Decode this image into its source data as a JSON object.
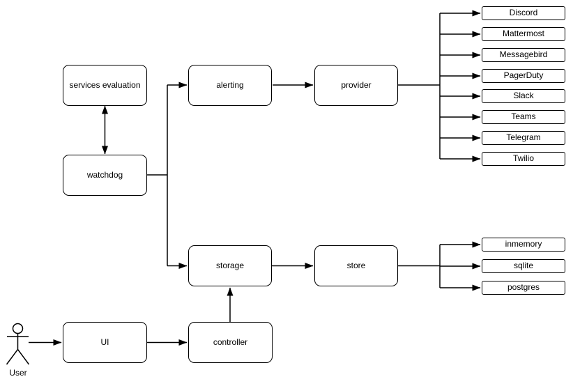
{
  "canvas": {
    "background": "#ffffff",
    "stroke_color": "#000000",
    "node_fill": "#ffffff",
    "text_color": "#000000"
  },
  "nodes": {
    "services_evaluation": "services evaluation",
    "watchdog": "watchdog",
    "alerting": "alerting",
    "provider": "provider",
    "storage": "storage",
    "store": "store",
    "ui": "UI",
    "controller": "controller"
  },
  "actor": {
    "label": "User"
  },
  "provider_leaves": [
    "Discord",
    "Mattermost",
    "Messagebird",
    "PagerDuty",
    "Slack",
    "Teams",
    "Telegram",
    "Twilio"
  ],
  "store_leaves": [
    "inmemory",
    "sqlite",
    "postgres"
  ],
  "edges": [
    {
      "from": "services_evaluation",
      "to": "watchdog",
      "type": "bidirectional"
    },
    {
      "from": "watchdog",
      "to": "alerting",
      "type": "arrow"
    },
    {
      "from": "watchdog",
      "to": "storage",
      "type": "arrow"
    },
    {
      "from": "alerting",
      "to": "provider",
      "type": "arrow"
    },
    {
      "from": "provider",
      "to": "Discord",
      "type": "arrow"
    },
    {
      "from": "provider",
      "to": "Mattermost",
      "type": "arrow"
    },
    {
      "from": "provider",
      "to": "Messagebird",
      "type": "arrow"
    },
    {
      "from": "provider",
      "to": "PagerDuty",
      "type": "arrow"
    },
    {
      "from": "provider",
      "to": "Slack",
      "type": "arrow"
    },
    {
      "from": "provider",
      "to": "Teams",
      "type": "arrow"
    },
    {
      "from": "provider",
      "to": "Telegram",
      "type": "arrow"
    },
    {
      "from": "provider",
      "to": "Twilio",
      "type": "arrow"
    },
    {
      "from": "storage",
      "to": "store",
      "type": "arrow"
    },
    {
      "from": "store",
      "to": "inmemory",
      "type": "arrow"
    },
    {
      "from": "store",
      "to": "sqlite",
      "type": "arrow"
    },
    {
      "from": "store",
      "to": "postgres",
      "type": "arrow"
    },
    {
      "from": "controller",
      "to": "storage",
      "type": "arrow"
    },
    {
      "from": "ui",
      "to": "controller",
      "type": "arrow"
    },
    {
      "from": "user",
      "to": "ui",
      "type": "arrow"
    }
  ]
}
